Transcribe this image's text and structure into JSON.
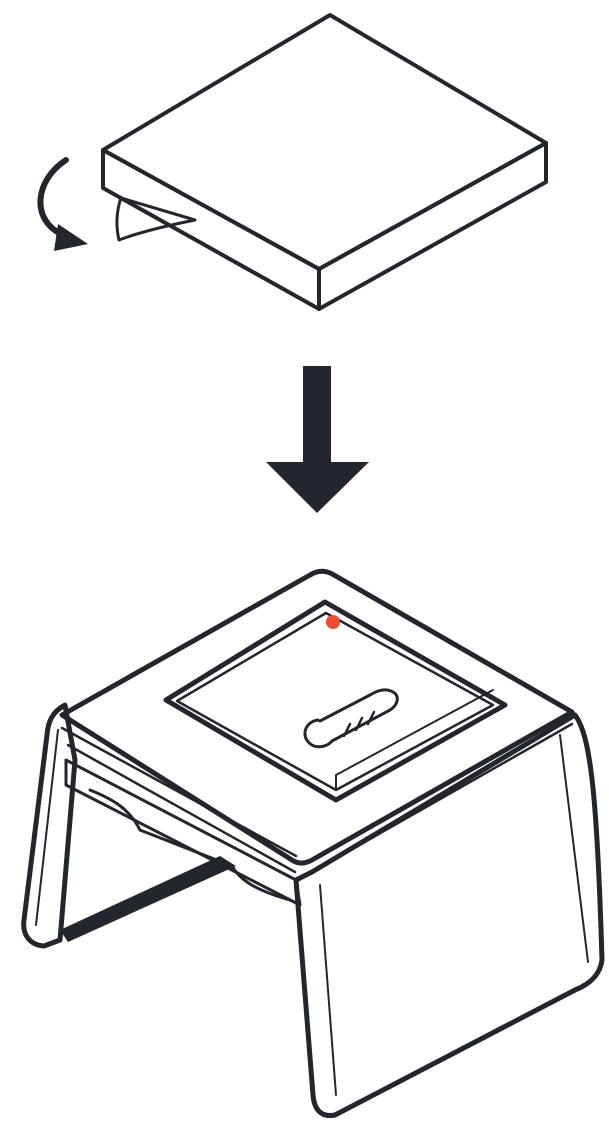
{
  "diagram": {
    "steps": [
      {
        "id": "peel-backing",
        "action": "peel-off-adhesive-backing",
        "icon": "curved-arrow-icon"
      },
      {
        "id": "press-pad",
        "action": "place-pad-onto-device-top",
        "icon": "down-arrow-icon"
      }
    ],
    "device": {
      "top_button_icon": "thermometer-icon",
      "indicator": "status-led"
    }
  },
  "colors": {
    "ink": "#23272d",
    "background": "#ffffff",
    "backing_film": "#e7e8e9",
    "led": "#f04a31"
  }
}
